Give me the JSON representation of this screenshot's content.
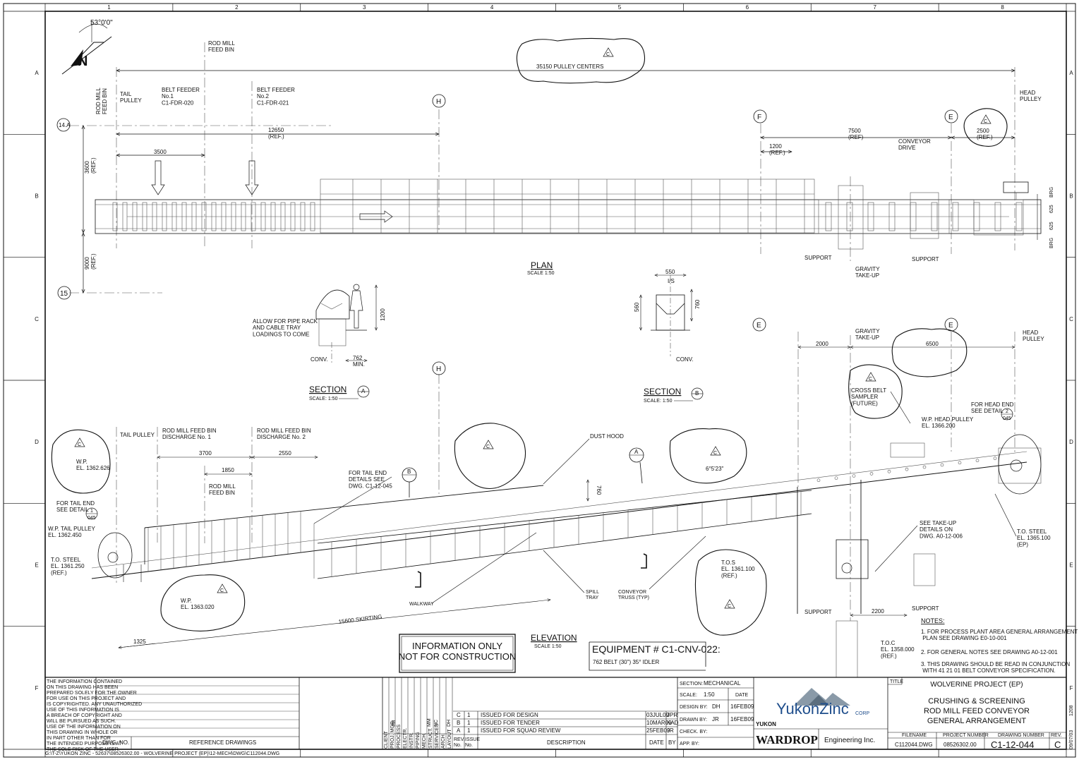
{
  "border": {
    "col_numbers": [
      "1",
      "2",
      "3",
      "4",
      "5",
      "6",
      "7",
      "8"
    ],
    "row_letters": [
      "A",
      "B",
      "C",
      "D",
      "E",
      "F"
    ]
  },
  "north_arrow": {
    "angle": "53°0'0\"",
    "letter": "N"
  },
  "plan": {
    "rod_mill_bin": "ROD MILL\nFEED BIN",
    "pulley_centers": "35150 PULLEY CENTERS",
    "tail_pulley": "TAIL\nPULLEY",
    "belt_feeder_1": "BELT FEEDER\nNo.1\nC1-FDR-020",
    "belt_feeder_2": "BELT FEEDER\nNo.2\nC1-FDR-021",
    "head_pulley": "HEAD\nPULLEY",
    "grid_14a": "14.A",
    "grid_15": "15",
    "grid_h": "H",
    "grid_f": "F",
    "grid_e": "E",
    "dim_12650": "12650\n(REF.)",
    "dim_3500": "3500",
    "dim_3600": "3600\n(REF.)",
    "dim_9000": "9000\n(REF.)",
    "dim_7500": "7500\n(REF)",
    "dim_1200": "1200\n(REF.)",
    "dim_2500": "2500\n(REF.)",
    "conveyor_drive": "CONVEYOR\nDRIVE",
    "brg": "BRG",
    "dim_625": "625",
    "support": "SUPPORT",
    "gravity_takeup": "GRAVITY\nTAKE-UP",
    "title": "PLAN",
    "scale": "SCALE 1:50",
    "rev_c": "C"
  },
  "section_a": {
    "note": "ALLOW FOR PIPE RACK\nAND CABLE TRAY\nLOADINGS TO COME",
    "dim_1200": "1200",
    "dim_762": "762\nMIN.",
    "conv": "CONV.",
    "title": "SECTION",
    "scale": "SCALE: 1:50",
    "tag": "A"
  },
  "section_b": {
    "dim_550": "550",
    "is": "I/S",
    "dim_560": "560",
    "dim_760": "760",
    "conv": "CONV.",
    "title": "SECTION",
    "scale": "SCALE: 1:50",
    "tag": "B"
  },
  "elevation": {
    "tail_pulley": "TAIL PULLEY",
    "discharge_1": "ROD MILL FEED BIN\nDISCHARGE No. 1",
    "discharge_2": "ROD MILL FEED BIN\nDISCHARGE No. 2",
    "dim_3700": "3700",
    "dim_2550": "2550",
    "dim_1850": "1850",
    "rod_mill_bin": "ROD MILL\nFEED BIN",
    "for_tail_end": "FOR TAIL END\nDETAILS SEE\nDWG. C1-12-045",
    "dust_hood": "DUST HOOD",
    "angle": "6°5'23\"",
    "dim_760": "760",
    "wp_1": "W.P.\nEL. 1362.626",
    "for_tail_detail": "FOR TAIL END\nSEE DETAIL",
    "detail_1": "1",
    "detail_045": "045",
    "wp_tail": "W.P. TAIL PULLEY\nEL. 1362.450",
    "to_steel_1": "T.O. STEEL\nEL. 1361.250\n(REF.)",
    "wp_2": "W.P.\nEL. 1363.020",
    "skirting": "15600 SKIRTING",
    "dim_1325": "1325",
    "walkway": "WALKWAY",
    "spill_tray": "SPILL\nTRAY",
    "conveyor_truss": "CONVEYOR\nTRUSS (TYP)",
    "tos": "T.O.S\nEL. 1361.100\n(REF.)",
    "grid_h": "H",
    "grid_e1": "E",
    "grid_e2": "E",
    "gravity_takeup": "GRAVITY\nTAKE-UP",
    "head_pulley": "HEAD\nPULLEY",
    "dim_2000": "2000",
    "dim_6500": "6500",
    "cross_belt": "CROSS BELT\nSAMPLER\n(FUTURE)",
    "for_head_end": "FOR HEAD END\nSEE DETAIL",
    "detail_2": "2",
    "wp_head": "W.P. HEAD PULLEY\nEL. 1366.200",
    "see_takeup": "SEE TAKE-UP\nDETAILS ON\nDWG. A0-12-006",
    "to_steel_2": "T.O. STEEL\nEL. 1365.100\n(EP)",
    "support": "SUPPORT",
    "dim_2200": "2200",
    "toc": "T.O.C\nEL. 1358.000\n(REF.)",
    "title": "ELEVATION",
    "scale": "SCALE 1:50",
    "tag_a": "A",
    "tag_b": "B",
    "rev_c": "C"
  },
  "notes": {
    "heading": "NOTES:",
    "items": [
      "1. FOR PROCESS PLANT AREA GENERAL ARRANGEMENT\n    PLAN SEE DRAWING E0-10-001",
      "2. FOR GENERAL NOTES SEE DRAWING A0-12-001",
      "3. THIS DRAWING SHOULD BE READ IN CONJUNCTION\n    WITH 41 21 01 BELT CONVEYOR SPECIFICATION."
    ]
  },
  "stamp": "INFORMATION ONLY\nNOT FOR CONSTRUCTION",
  "equipment": {
    "title": "EQUIPMENT # C1-CNV-022:",
    "sub": "762 BELT (30\") 35° IDLER"
  },
  "title_block": {
    "disclaimer": "THE INFORMATION CONTAINED\nON THIS DRAWING HAS BEEN\nPREPARED SOLELY FOR THE OWNER\nFOR USE ON THIS PROJECT AND\nIS COPYRIGHTED. ANY UNAUTHORIZED\nUSE OF THIS INFORMATION IS\nA BREACH OF COPYRIGHT AND\nWILL BE PURSUED AS SUCH.\nUSE OF THE INFORMATION ON\nTHIS DRAWING IN WHOLE OR\nIN PART OTHER THAN FOR\nTHE INTENDED PURPOSE IS AT\nTHE SOLE RISK OF THE USER.",
    "dwg_no": "DWG. NO.",
    "reference_drawings": "REFERENCE DRAWINGS",
    "disciplines": [
      "CLIENT",
      "PROJ. MGR",
      "PROCESS",
      "ELECTR.",
      "INSTR.",
      "PIPING",
      "MECH.",
      "STRUCT.",
      "SERVICES",
      "ARCH.",
      "LAYOUT"
    ],
    "approvals": [
      "JM",
      "MM",
      "NC",
      "DH"
    ],
    "revisions": [
      {
        "rev": "C",
        "issue": "1",
        "desc": "ISSUED FOR DESIGN",
        "date": "03JUL09",
        "by": "JPR"
      },
      {
        "rev": "B",
        "issue": "1",
        "desc": "ISSUED FOR TENDER",
        "date": "10MAR09",
        "by": "KAD"
      },
      {
        "rev": "A",
        "issue": "1",
        "desc": "ISSUED FOR SQUAD REVIEW",
        "date": "25FEB09",
        "by": "JR"
      }
    ],
    "rev_headers": {
      "rev": "REV.\nNo.",
      "issue": "ISSUE\nNo.",
      "desc": "DESCRIPTION",
      "date": "DATE",
      "by": "BY"
    },
    "section_label": "SECTION:",
    "section_value": "MECHANICAL",
    "scale_label": "SCALE:",
    "scale_value": "1:50",
    "date_label": "DATE",
    "design_label": "DESIGN BY:",
    "design_value": "DH",
    "design_date": "16FEB09",
    "drawn_label": "DRAWN BY:",
    "drawn_value": "JR",
    "drawn_date": "16FEB09",
    "check_label": "CHECK. BY:",
    "app_label": "APP. BY:",
    "logo_text": "YukonZinc",
    "logo_corp": "CORP",
    "yukon": "YUKON",
    "wardrop": "WARDROP",
    "engineering": "Engineering Inc.",
    "title_label": "TITLE",
    "project": "WOLVERINE PROJECT (EP)",
    "title_1": "CRUSHING & SCREENING",
    "title_2": "ROD MILL FEED CONVEYOR",
    "title_3": "GENERAL ARRANGEMENT",
    "filename_label": "FILENAME",
    "filename": "C112044.DWG",
    "project_no_label": "PROJECT NUMBER",
    "project_no": "08526302.00",
    "drawing_no_label": "DRAWING NUMBER",
    "drawing_no": "C1-12-044",
    "rev_label": "REV.",
    "rev": "C",
    "side_1": "1208",
    "side_2": "09/07/03"
  },
  "file_path": "G:\\T-Z\\YUKON ZINC - 52637\\08526302.00 - WOLVERINE PROJECT (EP)\\12-MECH\\DWG\\C112044.DWG"
}
